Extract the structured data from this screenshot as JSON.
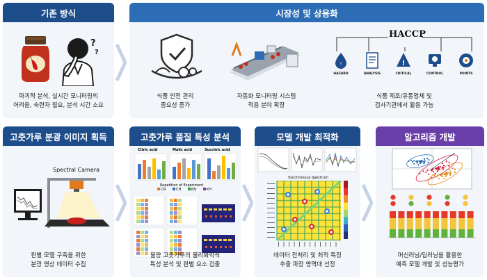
{
  "panels": {
    "conventional": {
      "title": "기존 방식",
      "caption_l1": "파괴적 분석, 실시간 모니터링의",
      "caption_l2": "어려움, 숙련자 필요, 분석 시간 소요"
    },
    "market": {
      "title": "시장성 및 상용화",
      "item1_l1": "식품 안전 관리",
      "item1_l2": "중요성 증가",
      "item2_l1": "자동화 모니터링 시스템",
      "item2_l2": "적용 분야 확장",
      "item3_l1": "식품 제조/유통업체 및",
      "item3_l2": "검사기관에서 활용 가능",
      "haccp": "HACCP",
      "haccp_steps": [
        "HAZARD",
        "ANALYSIS",
        "CRITICAL",
        "CONTROL",
        "POINTS"
      ]
    },
    "acquire": {
      "title": "고춧가루 분광 이미지 획득",
      "camera_label": "Spectral Camera",
      "caption_l1": "판별 모델 구축을 위한",
      "caption_l2": "분광 영상 데이터 수집"
    },
    "quality": {
      "title": "고춧가루 품질 특성 분석",
      "chart1": "Citric acid",
      "chart2": "Malic acid",
      "chart3": "Succinic acid",
      "legend_title": "Repetition of Experiment",
      "legend": [
        "CN",
        "CH",
        "KN",
        "KH"
      ],
      "caption_l1": "불량 고춧가루의 물리화학적",
      "caption_l2": "특성 분석 및 판별 요소 검출"
    },
    "model": {
      "title": "모델 개발 최적화",
      "sync_title": "Synchronous Spectrum",
      "caption_l1": "데이터 전처리 및 최적 특징",
      "caption_l2": "추출 파장 영역대 선정"
    },
    "algorithm": {
      "title": "알고리즘 개발",
      "caption_l1": "머신러닝/딥러닝을 활용한",
      "caption_l2": "예측 모델 개발 및 성능평가"
    }
  },
  "colors": {
    "dark_blue": "#1e4d8c",
    "mid_blue": "#2d6db5",
    "purple": "#6a3ea8",
    "body_bg": "#f2f5f9"
  }
}
